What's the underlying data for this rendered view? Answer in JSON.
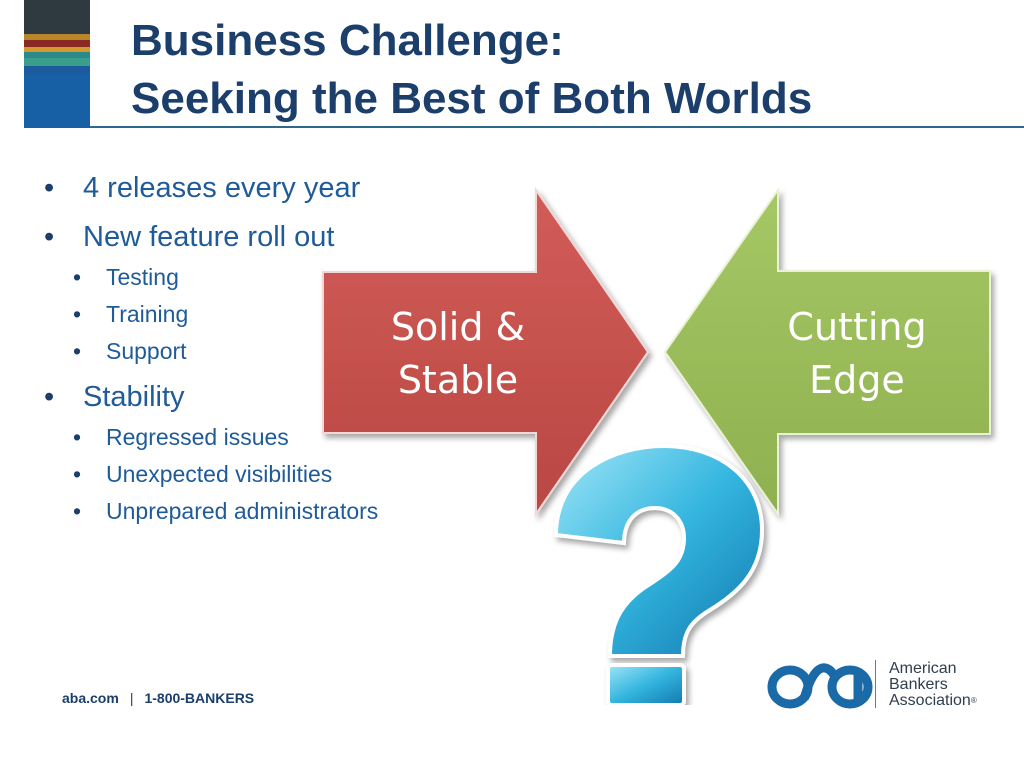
{
  "title": {
    "line1": "Business Challenge:",
    "line2": "Seeking the Best of Both Worlds"
  },
  "bullets": [
    {
      "level": 1,
      "text": "4 releases every year"
    },
    {
      "level": 1,
      "text": "New feature roll out"
    },
    {
      "level": 2,
      "text": "Testing"
    },
    {
      "level": 2,
      "text": "Training"
    },
    {
      "level": 2,
      "text": "Support"
    },
    {
      "level": 1,
      "text": "Stability"
    },
    {
      "level": 2,
      "text": "Regressed issues"
    },
    {
      "level": 2,
      "text": "Unexpected visibilities"
    },
    {
      "level": 2,
      "text": "Unprepared administrators"
    }
  ],
  "diagram": {
    "left_arrow": {
      "line1": "Solid &",
      "line2": "Stable",
      "color": "#c0504d"
    },
    "right_arrow": {
      "line1": "Cutting",
      "line2": "Edge",
      "color": "#9bbb59"
    },
    "center_symbol": {
      "text": "?",
      "color": "#2ea9d6"
    }
  },
  "footer": {
    "website": "aba.com",
    "separator": "|",
    "phone": "1-800-BANKERS"
  },
  "logo": {
    "line1": "American",
    "line2": "Bankers",
    "line3": "Association",
    "mark": "®"
  },
  "colors": {
    "title": "#1b3e6b",
    "bullet_text": "#1f5b99",
    "rule": "#2c6a8c"
  }
}
